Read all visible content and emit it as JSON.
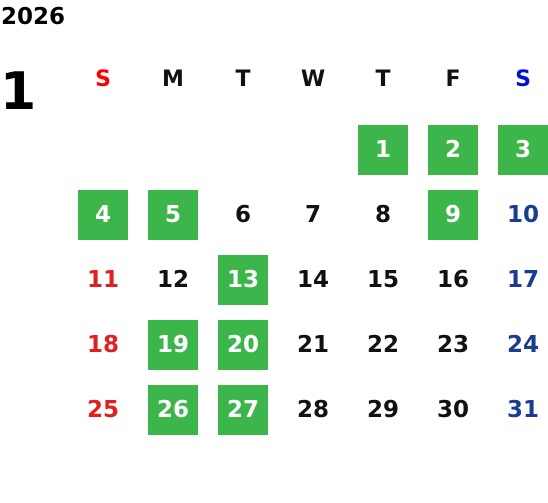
{
  "calendar": {
    "year": "2026",
    "month": "1",
    "weekdays": [
      "S",
      "M",
      "T",
      "W",
      "T",
      "F",
      "S"
    ],
    "weeks": [
      [
        null,
        null,
        null,
        null,
        {
          "day": "1",
          "highlighted": true
        },
        {
          "day": "2",
          "highlighted": true
        },
        {
          "day": "3",
          "highlighted": true
        }
      ],
      [
        {
          "day": "4",
          "highlighted": true
        },
        {
          "day": "5",
          "highlighted": true
        },
        {
          "day": "6",
          "highlighted": false
        },
        {
          "day": "7",
          "highlighted": false
        },
        {
          "day": "8",
          "highlighted": false
        },
        {
          "day": "9",
          "highlighted": true
        },
        {
          "day": "10",
          "highlighted": false
        }
      ],
      [
        {
          "day": "11",
          "highlighted": false
        },
        {
          "day": "12",
          "highlighted": false
        },
        {
          "day": "13",
          "highlighted": true
        },
        {
          "day": "14",
          "highlighted": false
        },
        {
          "day": "15",
          "highlighted": false
        },
        {
          "day": "16",
          "highlighted": false
        },
        {
          "day": "17",
          "highlighted": false
        }
      ],
      [
        {
          "day": "18",
          "highlighted": false
        },
        {
          "day": "19",
          "highlighted": true
        },
        {
          "day": "20",
          "highlighted": true
        },
        {
          "day": "21",
          "highlighted": false
        },
        {
          "day": "22",
          "highlighted": false
        },
        {
          "day": "23",
          "highlighted": false
        },
        {
          "day": "24",
          "highlighted": false
        }
      ],
      [
        {
          "day": "25",
          "highlighted": false
        },
        {
          "day": "26",
          "highlighted": true
        },
        {
          "day": "27",
          "highlighted": true
        },
        {
          "day": "28",
          "highlighted": false
        },
        {
          "day": "29",
          "highlighted": false
        },
        {
          "day": "30",
          "highlighted": false
        },
        {
          "day": "31",
          "highlighted": false
        }
      ]
    ]
  },
  "colors": {
    "highlight": "#3cb54a",
    "sunday": "#e02020",
    "saturday": "#1a3d8f",
    "sunday_header": "#ff0000",
    "saturday_header": "#0010dd"
  }
}
